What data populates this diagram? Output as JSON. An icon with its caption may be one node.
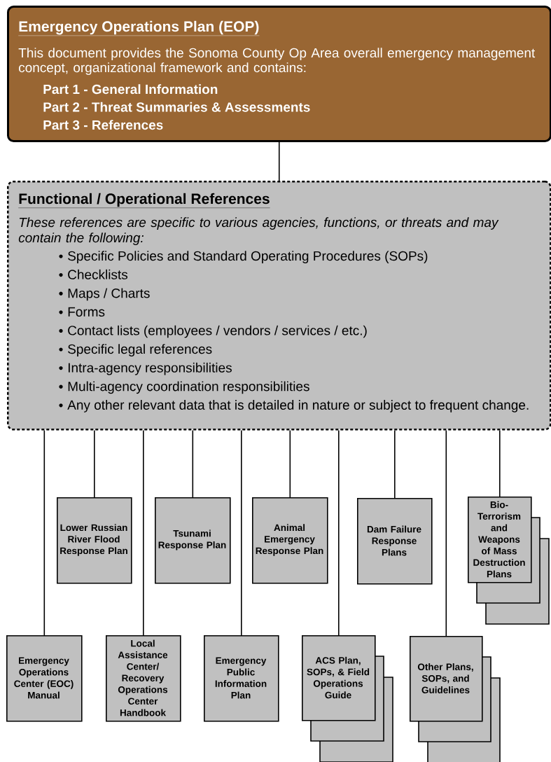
{
  "diagram": {
    "nodes": [
      {
        "text": [
          "Emergency Operations Plan (EOP)",
          "This document provides the Sonoma County Op Area overall emergency management concept, organizational framework and contains:",
          "Part 1 - General Information",
          "Part 2 - Threat Summaries & Assessments",
          "Part 3 - References"
        ]
      },
      {
        "text": [
          "Functional / Operational References",
          "These references are specific to various agencies, functions, or threats and may contain the following:",
          "Specific Policies and Standard Operating Procedures (SOPs)",
          "Checklists",
          "Maps / Charts",
          "Forms",
          "Contact lists (employees / vendors / services / etc.)",
          "Specific legal references",
          "Intra-agency responsibilities",
          "Multi-agency coordination responsibilities",
          "Any other relevant data that is detailed in nature or subject to frequent change."
        ]
      },
      {
        "text": [
          "Lower Russian River Flood Response Plan"
        ]
      },
      {
        "text": [
          "Tsunami Response Plan"
        ]
      },
      {
        "text": [
          "Animal Emergency Response Plan"
        ]
      },
      {
        "text": [
          "Dam Failure Response Plans"
        ]
      },
      {
        "text": [
          "Bio-Terrorism and Weapons of Mass Destruction Plans"
        ]
      },
      {
        "text": [
          "Emergency Operations Center (EOC) Manual"
        ]
      },
      {
        "text": [
          "Local Assistance Center/ Recovery Operations Center Handbook"
        ]
      },
      {
        "text": [
          "Emergency Public Information Plan"
        ]
      },
      {
        "text": [
          "ACS Plan, SOPs, & Field Operations Guide"
        ]
      },
      {
        "text": [
          "Other Plans, SOPs, and Guidelines"
        ]
      }
    ],
    "edges": [
      {
        "from": 0,
        "to": 1,
        "arrow": "none"
      },
      {
        "from": 1,
        "to": 2,
        "arrow": "none"
      },
      {
        "from": 1,
        "to": 3,
        "arrow": "none"
      },
      {
        "from": 1,
        "to": 4,
        "arrow": "none"
      },
      {
        "from": 1,
        "to": 5,
        "arrow": "none"
      },
      {
        "from": 1,
        "to": 6,
        "arrow": "none"
      },
      {
        "from": 1,
        "to": 7,
        "arrow": "none"
      },
      {
        "from": 1,
        "to": 8,
        "arrow": "none"
      },
      {
        "from": 1,
        "to": 9,
        "arrow": "none"
      },
      {
        "from": 1,
        "to": 10,
        "arrow": "none"
      },
      {
        "from": 1,
        "to": 11,
        "arrow": "none"
      }
    ]
  }
}
